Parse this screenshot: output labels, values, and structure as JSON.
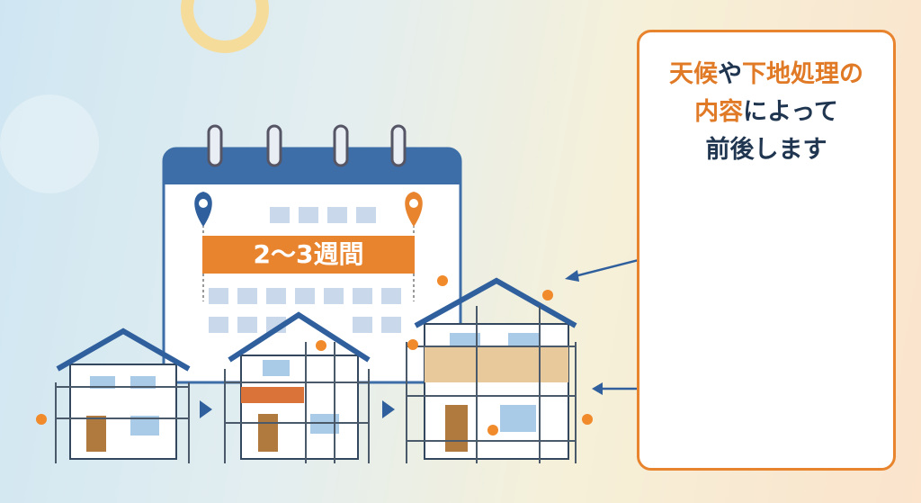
{
  "callout": {
    "line1": [
      {
        "text": "天候",
        "accent": true
      },
      {
        "text": "や",
        "accent": false
      },
      {
        "text": "下地処理の",
        "accent": true
      }
    ],
    "line2": [
      {
        "text": "内容",
        "accent": true
      },
      {
        "text": "によって",
        "accent": false
      }
    ],
    "line3": "前後します"
  },
  "calendar": {
    "duration_label": "2〜3週間"
  },
  "colors": {
    "accent": "#e8842e",
    "navy": "#1f3550",
    "blue": "#3d6ea8"
  }
}
